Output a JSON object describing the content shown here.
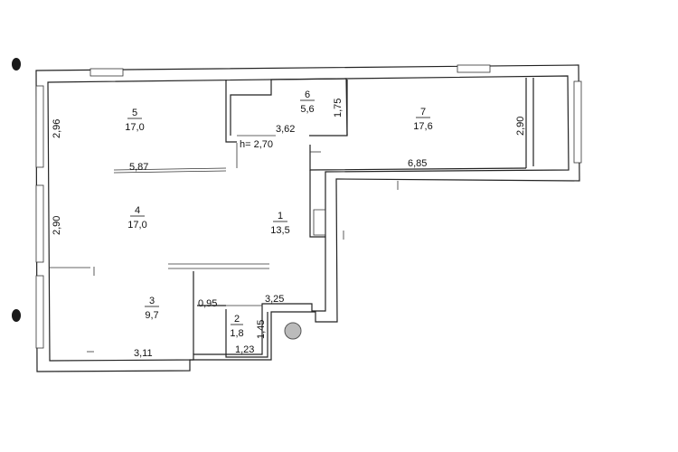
{
  "plan": {
    "ceiling_height": "h= 2,70",
    "rooms": [
      {
        "id": "room-1",
        "number": "1",
        "area": "13,5"
      },
      {
        "id": "room-2",
        "number": "2",
        "area": "1,8"
      },
      {
        "id": "room-3",
        "number": "3",
        "area": "9,7"
      },
      {
        "id": "room-4",
        "number": "4",
        "area": "17,0"
      },
      {
        "id": "room-5",
        "number": "5",
        "area": "17,0"
      },
      {
        "id": "room-6",
        "number": "6",
        "area": "5,6"
      },
      {
        "id": "room-7",
        "number": "7",
        "area": "17,6"
      }
    ],
    "dimensions": {
      "d_296": "2,96",
      "d_290_left": "2,90",
      "d_587": "5,87",
      "d_175": "1,75",
      "d_362": "3,62",
      "d_685": "6,85",
      "d_290_right": "2,90",
      "d_095": "0,95",
      "d_325": "3,25",
      "d_311": "3,11",
      "d_145": "1,45",
      "d_123": "1,23"
    },
    "colors": {
      "wall": "#222222",
      "paper": "#ffffff",
      "punch_hole": "#1a1a1a",
      "riser": "#bbbbbb"
    }
  }
}
